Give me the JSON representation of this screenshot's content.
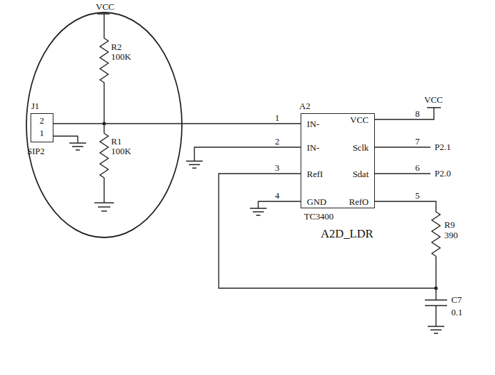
{
  "diagram": {
    "nodes": [
      {
        "text": [
          "J1",
          "2",
          "1",
          "SIP2"
        ]
      },
      {
        "text": [
          "A2",
          "IN-",
          "IN-",
          "RefI",
          "GND",
          "VCC",
          "Sclk",
          "Sdat",
          "RefO",
          "TC3400"
        ]
      }
    ],
    "edges": [
      {
        "from": 0,
        "to": 1,
        "arrow": "none"
      }
    ],
    "labels": [
      "VCC",
      "R2",
      "100K",
      "R1",
      "100K",
      "1",
      "2",
      "3",
      "4",
      "8",
      "7",
      "6",
      "5",
      "VCC",
      "P2.1",
      "P2.0",
      "R9",
      "390",
      "C7",
      "0.1",
      "A2D_LDR"
    ]
  }
}
